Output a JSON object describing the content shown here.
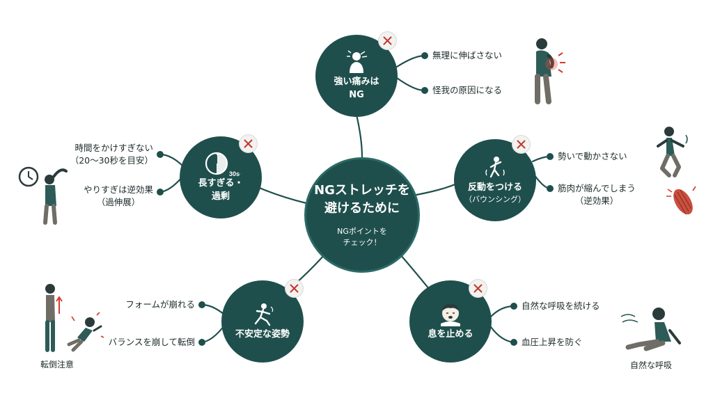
{
  "center": {
    "title": "NGストレッチを\n避けるために",
    "subtitle": "NGポイントを\nチェック！"
  },
  "colors": {
    "node": "#1f4f4c",
    "line": "#1f4f4c",
    "badge_x": "#c0392b",
    "accent_red": "#d23b2f"
  },
  "branches": {
    "pain": {
      "label": "強い痛みは\nNG",
      "icon": "person-neck-pain-icon",
      "leaves": [
        "無理に伸ばさない",
        "怪我の原因になる"
      ]
    },
    "bounce": {
      "label": "反動をつける",
      "label2": "（バウンシング）",
      "icon": "bouncing-person-icon",
      "leaves": [
        "勢いで動かさない",
        "筋肉が縮んでしまう\n（逆効果）"
      ]
    },
    "breath": {
      "label": "息を止める",
      "icon": "holding-breath-face-icon",
      "leaves": [
        "自然な呼吸を続ける",
        "血圧上昇を防ぐ"
      ],
      "caption": "自然な呼吸"
    },
    "unstable": {
      "label": "不安定な姿勢",
      "icon": "slipping-person-icon",
      "leaves": [
        "フォームが崩れる",
        "バランスを崩して転倒"
      ],
      "caption": "転倒注意"
    },
    "long": {
      "label": "長すぎる・\n過剰",
      "icon": "timer-icon",
      "icon_text": "30s+",
      "leaves": [
        "時間をかけすぎない\n（20〜30秒を目安）",
        "やりすぎは逆効果\n（過伸展）"
      ]
    }
  }
}
